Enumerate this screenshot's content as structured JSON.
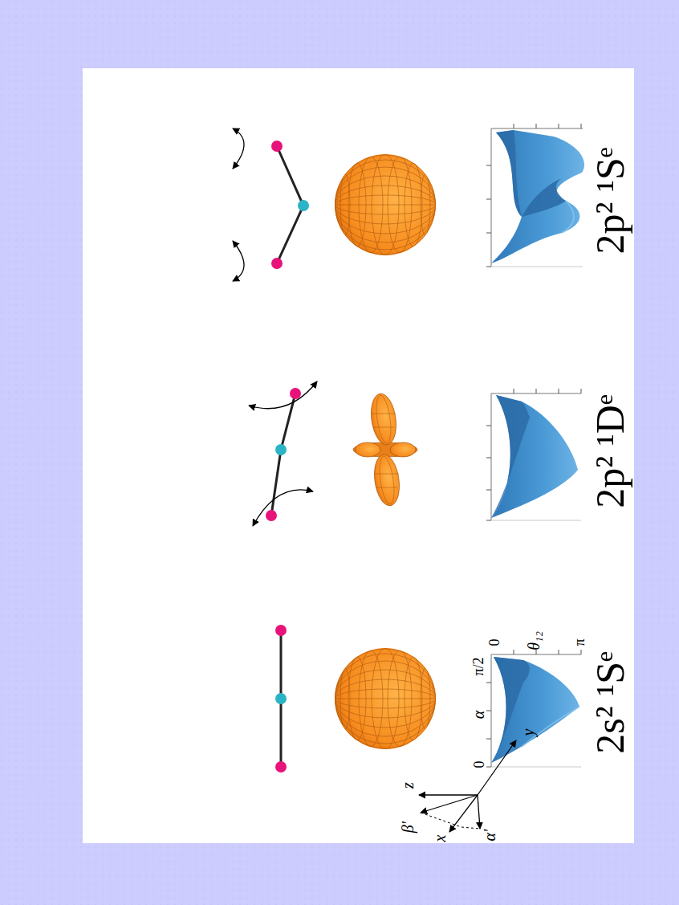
{
  "diagram": {
    "labels": [
      "2s² ¹Sᵉ",
      "2p² ¹Dᵉ",
      "2p² ¹Sᵉ",
      "0",
      "α",
      "π/2",
      "θ₁₂",
      "0",
      "π",
      "β'",
      "z",
      "y",
      "x",
      "α'"
    ]
  }
}
